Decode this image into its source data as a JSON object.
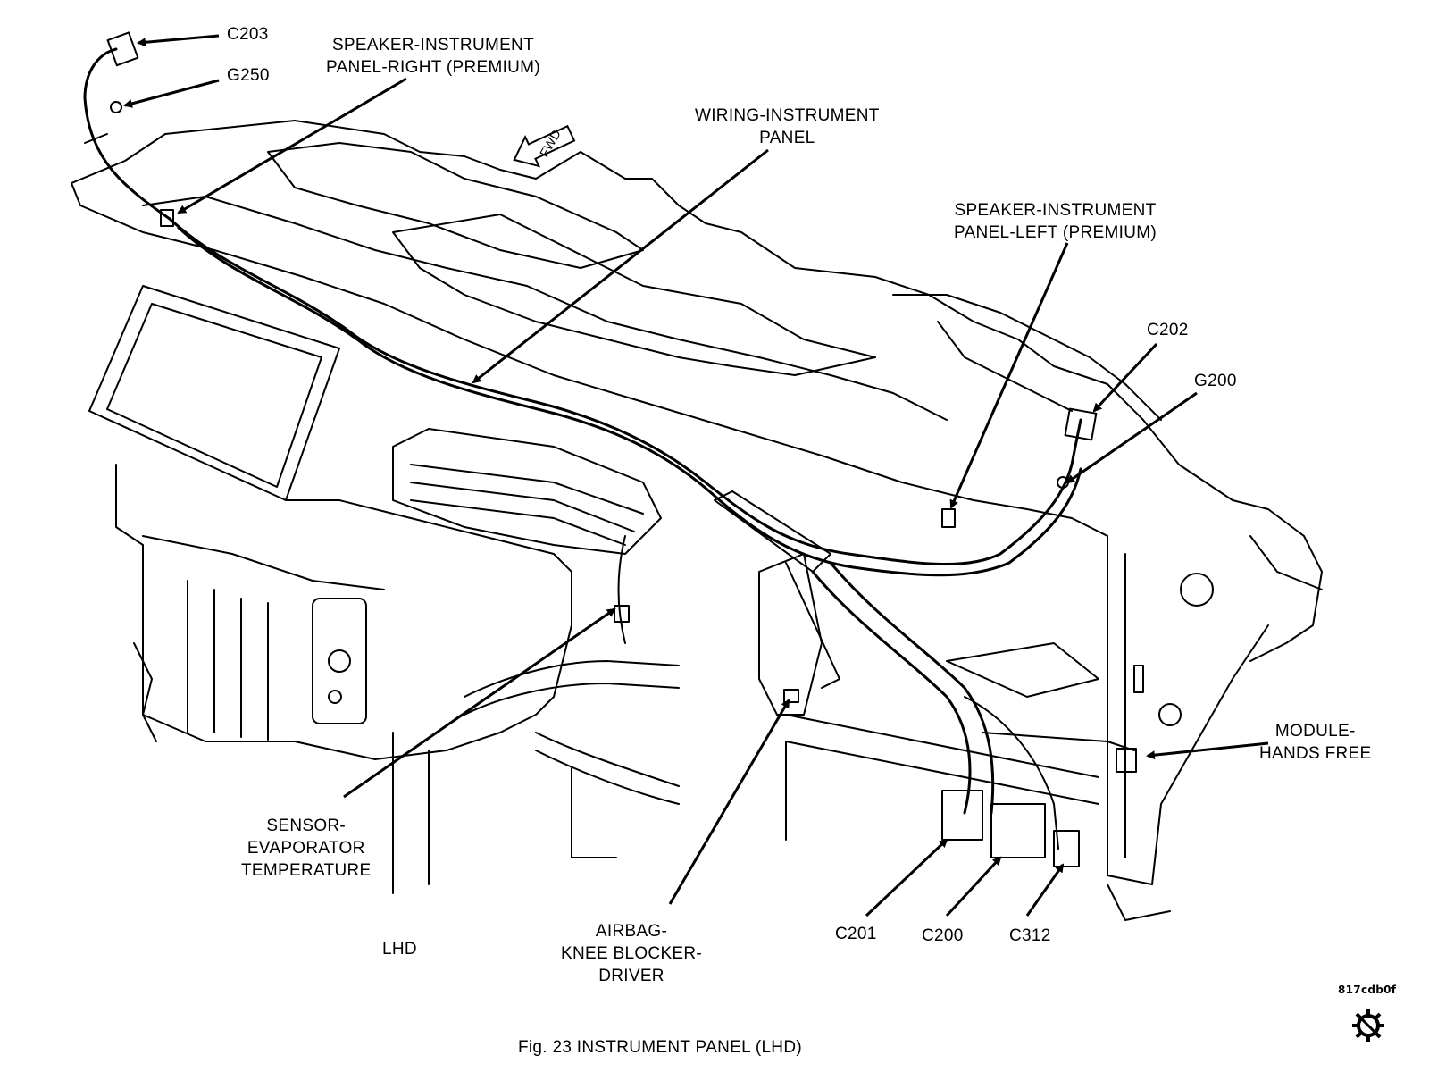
{
  "diagram": {
    "labels": {
      "c203": "C203",
      "g250": "G250",
      "speaker_right": "SPEAKER-INSTRUMENT\nPANEL-RIGHT (PREMIUM)",
      "fwd": "FWD",
      "wiring_ip": "WIRING-INSTRUMENT\nPANEL",
      "speaker_left": "SPEAKER-INSTRUMENT\nPANEL-LEFT (PREMIUM)",
      "c202": "C202",
      "g200": "G200",
      "module_hf": "MODULE-\nHANDS FREE",
      "sensor_evap": "SENSOR-\nEVAPORATOR\nTEMPERATURE",
      "airbag_kb": "AIRBAG-\nKNEE BLOCKER-\nDRIVER",
      "lhd": "LHD",
      "c201": "C201",
      "c200": "C200",
      "c312": "C312",
      "ref_code": "817cdb0f"
    },
    "caption": "Fig. 23  INSTRUMENT PANEL  (LHD)",
    "icons": [
      "fwd-arrow-icon",
      "gear-icon"
    ]
  }
}
